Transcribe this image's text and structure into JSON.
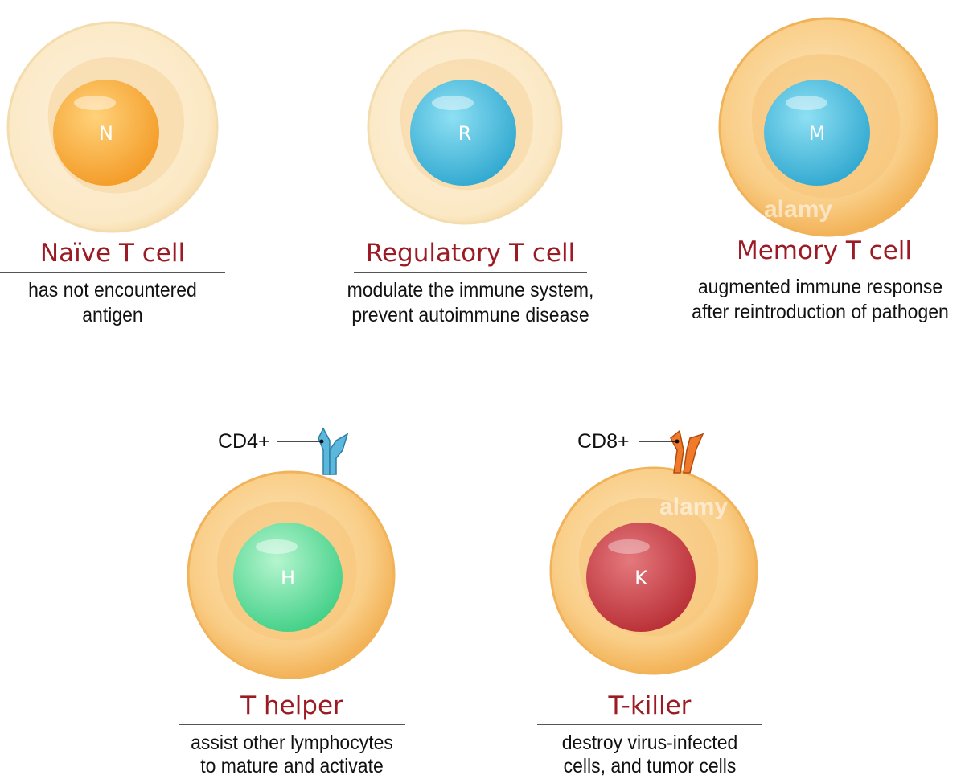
{
  "cells": {
    "naive": {
      "title": "Naïve T cell",
      "letter": "N",
      "desc1": "has not encountered",
      "desc2": "antigen",
      "nucleus_color": "#f8b042"
    },
    "regulatory": {
      "title": "Regulatory T cell",
      "letter": "R",
      "desc1": "modulate the immune system,",
      "desc2": "prevent autoimmune disease",
      "nucleus_color": "#56c3e0"
    },
    "memory": {
      "title": "Memory T cell",
      "letter": "M",
      "desc1": "augmented immune response",
      "desc2": "after reintroduction of pathogen",
      "nucleus_color": "#56c3e0"
    },
    "helper": {
      "title": "T helper",
      "letter": "H",
      "desc1": "assist other lymphocytes",
      "desc2": "to mature and activate",
      "nucleus_color": "#7ee0a8",
      "marker": "CD4+",
      "receptor_color": "#5bb8dc"
    },
    "killer": {
      "title": "T-killer",
      "letter": "K",
      "desc1": "destroy virus-infected",
      "desc2": "cells, and tumor cells",
      "nucleus_color": "#cf4a50",
      "marker": "CD8+",
      "receptor_color": "#f07a2a"
    }
  },
  "watermark": {
    "text": "alamy"
  }
}
